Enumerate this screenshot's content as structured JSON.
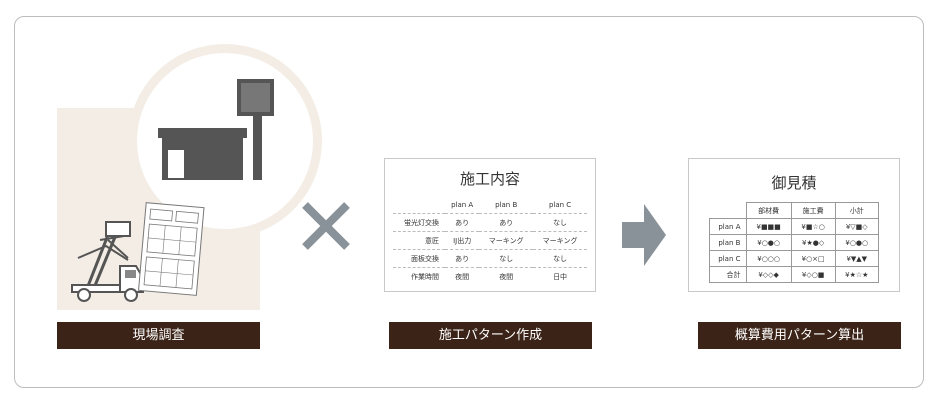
{
  "steps": [
    {
      "label": "現場調査"
    },
    {
      "label": "施工パターン作成"
    },
    {
      "label": "概算費用パターン算出"
    }
  ],
  "operators": {
    "multiply": "×",
    "arrow": "right-arrow"
  },
  "plan_doc": {
    "title": "施工内容",
    "columns": [
      "plan A",
      "plan B",
      "plan C"
    ],
    "rows": [
      {
        "label": "蛍光灯交換",
        "cells": [
          "あり",
          "あり",
          "なし"
        ]
      },
      {
        "label": "意匠",
        "cells": [
          "IJ出力",
          "マーキング",
          "マーキング"
        ]
      },
      {
        "label": "面板交換",
        "cells": [
          "あり",
          "なし",
          "なし"
        ]
      },
      {
        "label": "作業時間",
        "cells": [
          "夜間",
          "夜間",
          "日中"
        ]
      }
    ]
  },
  "estimate_doc": {
    "title": "御見積",
    "columns": [
      "部材費",
      "施工費",
      "小計"
    ],
    "rows": [
      {
        "label": "plan A",
        "cells": [
          "¥■■■",
          "¥■☆○",
          "¥▽■◇"
        ]
      },
      {
        "label": "plan B",
        "cells": [
          "¥○●○",
          "¥★●◇",
          "¥○●○"
        ]
      },
      {
        "label": "plan C",
        "cells": [
          "¥○○○",
          "¥○×□",
          "¥▼▲▼"
        ]
      },
      {
        "label": "合計",
        "cells": [
          "¥◇◇◆",
          "¥◇○■",
          "¥★☆★"
        ]
      }
    ]
  },
  "colors": {
    "label_bg": "#3b2417",
    "beige": "#f3ede5",
    "icon_gray": "#555555",
    "operator_gray": "#8a9299"
  }
}
